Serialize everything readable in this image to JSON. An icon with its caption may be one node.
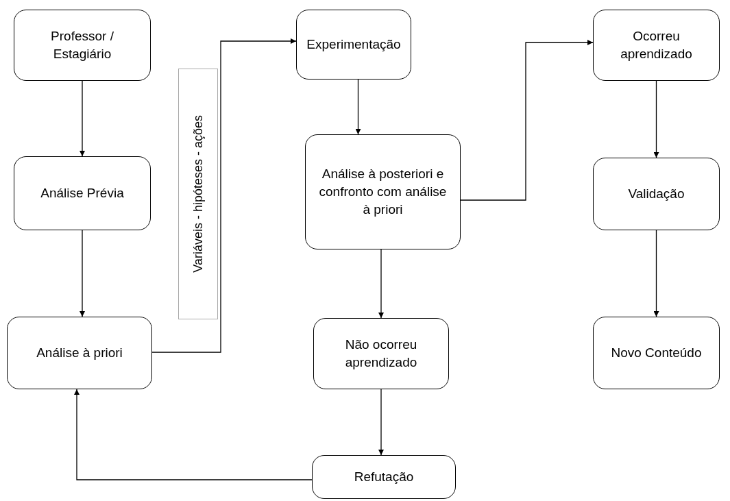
{
  "diagram": {
    "nodes": [
      {
        "text": [
          "Professor / Estagiário"
        ]
      },
      {
        "text": [
          "Análise Prévia"
        ]
      },
      {
        "text": [
          "Análise à priori"
        ]
      },
      {
        "text": [
          "Variáveis - hipóteses - ações"
        ]
      },
      {
        "text": [
          "Experimentação"
        ]
      },
      {
        "text": [
          "Análise à posteriori e confronto com análise à priori"
        ]
      },
      {
        "text": [
          "Não ocorreu aprendizado"
        ]
      },
      {
        "text": [
          "Refutação"
        ]
      },
      {
        "text": [
          "Ocorreu aprendizado"
        ]
      },
      {
        "text": [
          "Validação"
        ]
      },
      {
        "text": [
          "Novo Conteúdo"
        ]
      }
    ],
    "edges": [
      {
        "from": 0,
        "to": 1,
        "arrow": "to"
      },
      {
        "from": 1,
        "to": 2,
        "arrow": "to"
      },
      {
        "from": 2,
        "to": 4,
        "arrow": "to"
      },
      {
        "from": 4,
        "to": 5,
        "arrow": "to"
      },
      {
        "from": 5,
        "to": 6,
        "arrow": "to"
      },
      {
        "from": 6,
        "to": 7,
        "arrow": "to"
      },
      {
        "from": 7,
        "to": 2,
        "arrow": "to"
      },
      {
        "from": 5,
        "to": 8,
        "arrow": "to"
      },
      {
        "from": 8,
        "to": 9,
        "arrow": "to"
      },
      {
        "from": 9,
        "to": 10,
        "arrow": "to"
      }
    ]
  }
}
